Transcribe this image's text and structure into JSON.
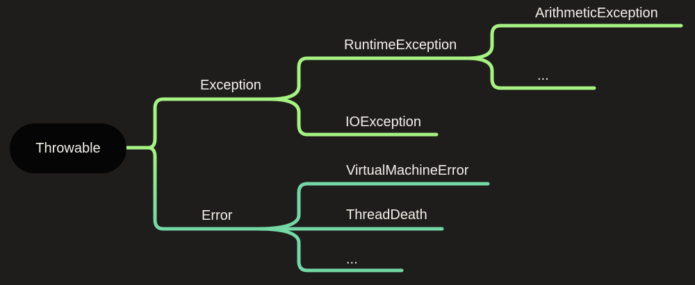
{
  "colors": {
    "background": "#1f1d1c",
    "root_fill": "#050505",
    "text": "#f2efe9",
    "exception_branch": "#a6f283",
    "error_branch": "#74d7a6"
  },
  "root": {
    "label": "Throwable"
  },
  "nodes": {
    "exception": {
      "label": "Exception"
    },
    "runtime_exception": {
      "label": "RuntimeException"
    },
    "arithmetic_exception": {
      "label": "ArithmeticException"
    },
    "runtime_more": {
      "label": "..."
    },
    "io_exception": {
      "label": "IOException"
    },
    "error": {
      "label": "Error"
    },
    "virtual_machine_error": {
      "label": "VirtualMachineError"
    },
    "thread_death": {
      "label": "ThreadDeath"
    },
    "error_more": {
      "label": "..."
    }
  }
}
